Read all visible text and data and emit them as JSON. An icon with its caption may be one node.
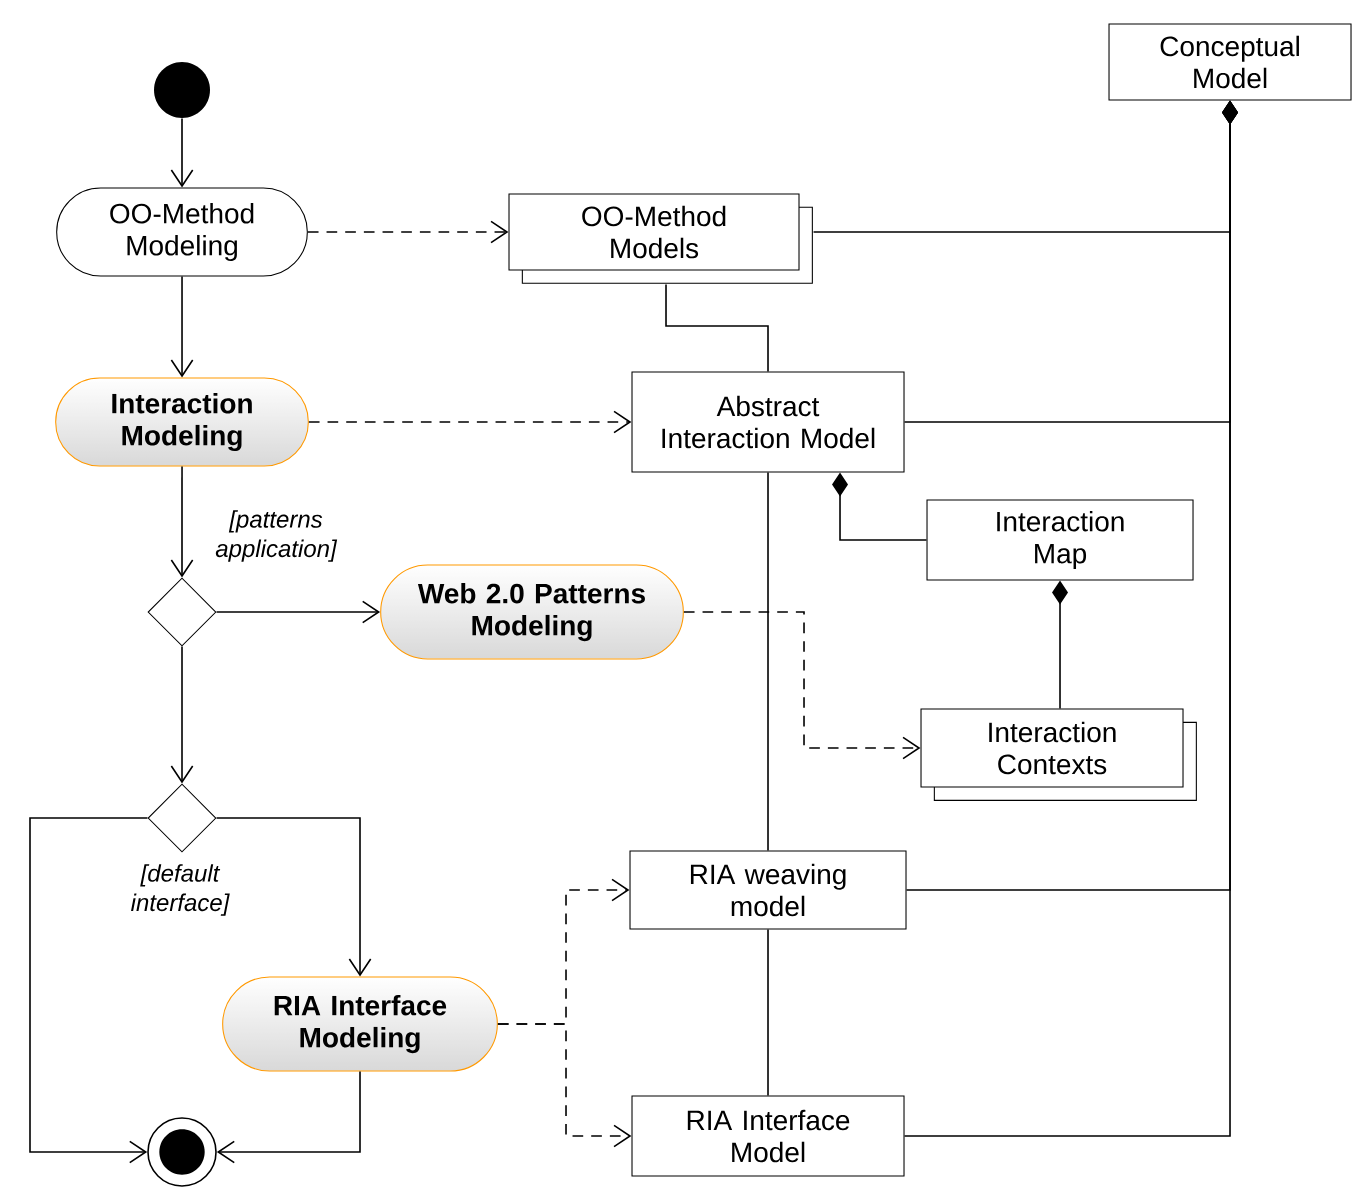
{
  "diagram": {
    "nodes": [
      {
        "text": [],
        "shape": "circle"
      },
      {
        "text": [
          "OO-Method Modeling"
        ]
      },
      {
        "text": [
          "Interaction Modeling"
        ]
      },
      {
        "text": [],
        "shape": "diamond"
      },
      {
        "text": [
          "Web 2.0 Patterns Modeling"
        ]
      },
      {
        "text": [],
        "shape": "diamond"
      },
      {
        "text": [
          "RIA Interface Modeling"
        ]
      },
      {
        "text": [],
        "shape": "circle"
      },
      {
        "text": [
          "Conceptual Model"
        ]
      },
      {
        "text": [
          "OO-Method Models"
        ]
      },
      {
        "text": [
          "Abstract Interaction Model"
        ]
      },
      {
        "text": [
          "Interaction Map"
        ]
      },
      {
        "text": [
          "Interaction Contexts"
        ]
      },
      {
        "text": [
          "RIA weaving model"
        ]
      },
      {
        "text": [
          "RIA Interface Model"
        ]
      }
    ],
    "edges": [
      {
        "from": 0,
        "to": 1,
        "arrow": "to"
      },
      {
        "from": 1,
        "to": 2,
        "arrow": "to"
      },
      {
        "from": 2,
        "to": 3,
        "arrow": "to",
        "label": "[patterns application]"
      },
      {
        "from": 3,
        "to": 4,
        "arrow": "to"
      },
      {
        "from": 3,
        "to": 5,
        "arrow": "to"
      },
      {
        "from": 5,
        "to": 6,
        "arrow": "to"
      },
      {
        "from": 5,
        "to": 7,
        "arrow": "to",
        "label": "[default interface]"
      },
      {
        "from": 6,
        "to": 7,
        "arrow": "to"
      },
      {
        "from": 1,
        "to": 9,
        "arrow": "to",
        "style": "dashed"
      },
      {
        "from": 2,
        "to": 10,
        "arrow": "to",
        "style": "dashed"
      },
      {
        "from": 4,
        "to": 12,
        "arrow": "to",
        "style": "dashed"
      },
      {
        "from": 6,
        "to": 13,
        "arrow": "to",
        "style": "dashed"
      },
      {
        "from": 6,
        "to": 14,
        "arrow": "to",
        "style": "dashed"
      },
      {
        "from": 9,
        "to": 8,
        "arrow": "other"
      },
      {
        "from": 10,
        "to": 8,
        "arrow": "other"
      },
      {
        "from": 13,
        "to": 8,
        "arrow": "other"
      },
      {
        "from": 14,
        "to": 8,
        "arrow": "other"
      },
      {
        "from": 11,
        "to": 10,
        "arrow": "other"
      },
      {
        "from": 12,
        "to": 11,
        "arrow": "other"
      },
      {
        "from": 9,
        "to": 10,
        "arrow": "none"
      },
      {
        "from": 10,
        "to": 13,
        "arrow": "none"
      },
      {
        "from": 13,
        "to": 14,
        "arrow": "none"
      }
    ]
  }
}
